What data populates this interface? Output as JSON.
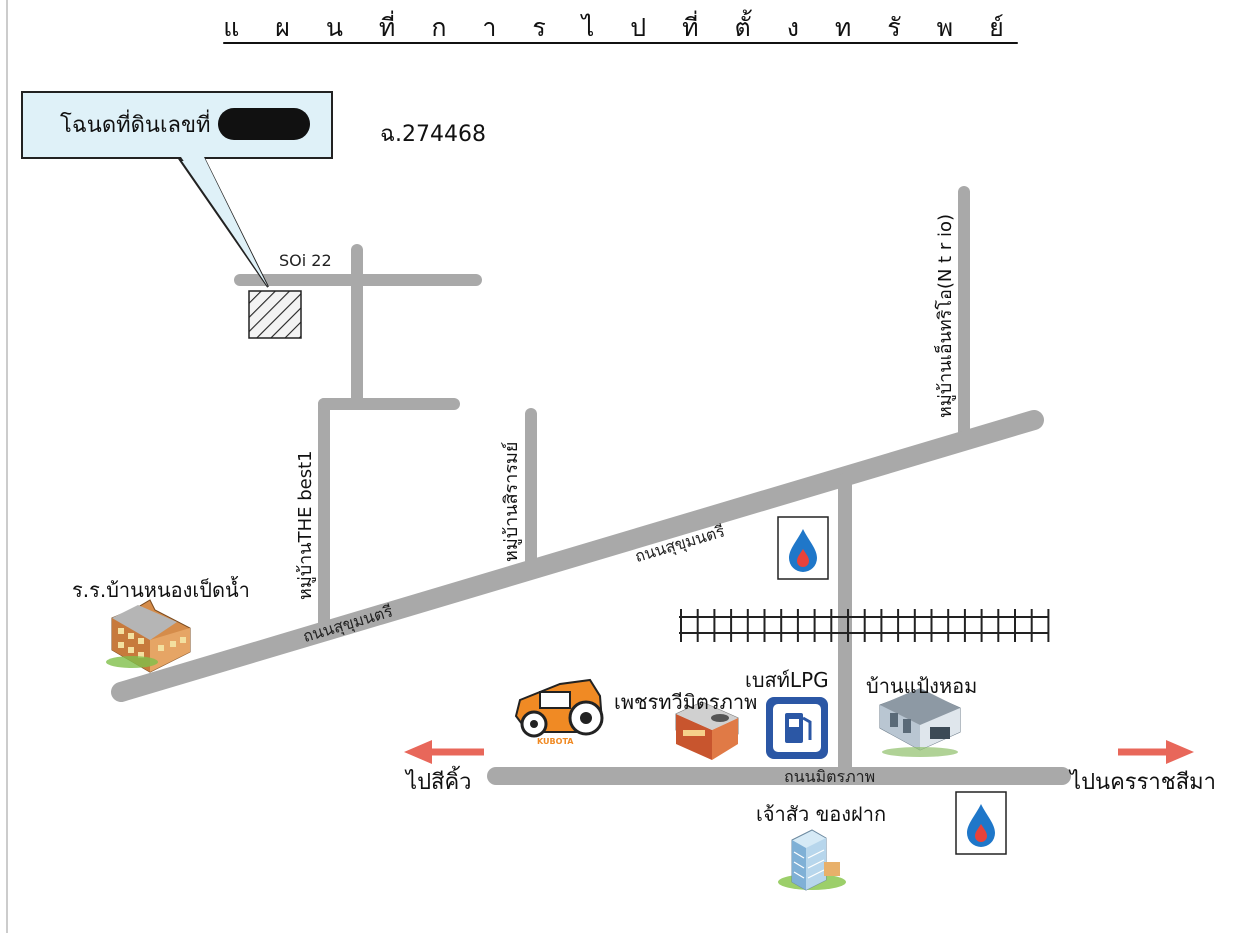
{
  "title": "แ ผ น ที่ ก า ร ไ ป ที่ ตั้ ง ท รั พ ย์",
  "deed": {
    "label": "โฉนดที่ดินเลขที่",
    "number": "ฉ.274468"
  },
  "roads": {
    "soi22": "SOi 22",
    "sukhumvit_1": "ถนนสุขุมนตรี",
    "sukhumvit_2": "ถนนสุขุมนตรี",
    "mittraphap": "ถนนมิตรภาพ"
  },
  "villages": {
    "the_best": "หมู่บ้านTHE best1",
    "sirirom": "หมู่บ้านสิรารมย์",
    "ntrio": "หมู่บ้านเอ็นทริโอ(N t r io)"
  },
  "places": {
    "school": "ร.ร.บ้านหนองเป็ดน้ำ",
    "kubota_brand": "KUBOTA",
    "petch": "เพชรทวีมิตรภาพ",
    "lpg": "เบสท์LPG",
    "banpang": "บ้านแป้งหอม",
    "chaosua": "เจ้าสัว ของฝาก"
  },
  "directions": {
    "west": "ไปสีคิ้ว",
    "east": "ไปนครราชสีมา"
  },
  "icons": [
    "ptt-gas-station-icon",
    "lpg-station-icon",
    "school-building-icon",
    "tractor-icon",
    "shop-building-icon",
    "office-tower-icon",
    "railway-track-icon",
    "arrow-left-icon",
    "arrow-right-icon"
  ],
  "colors": {
    "road": "#a9a9a9",
    "callout_bg": "#dff1f8",
    "arrow": "#e8675a",
    "ptt_blue": "#1f77c9",
    "lpg_blue": "#2b57a5"
  }
}
